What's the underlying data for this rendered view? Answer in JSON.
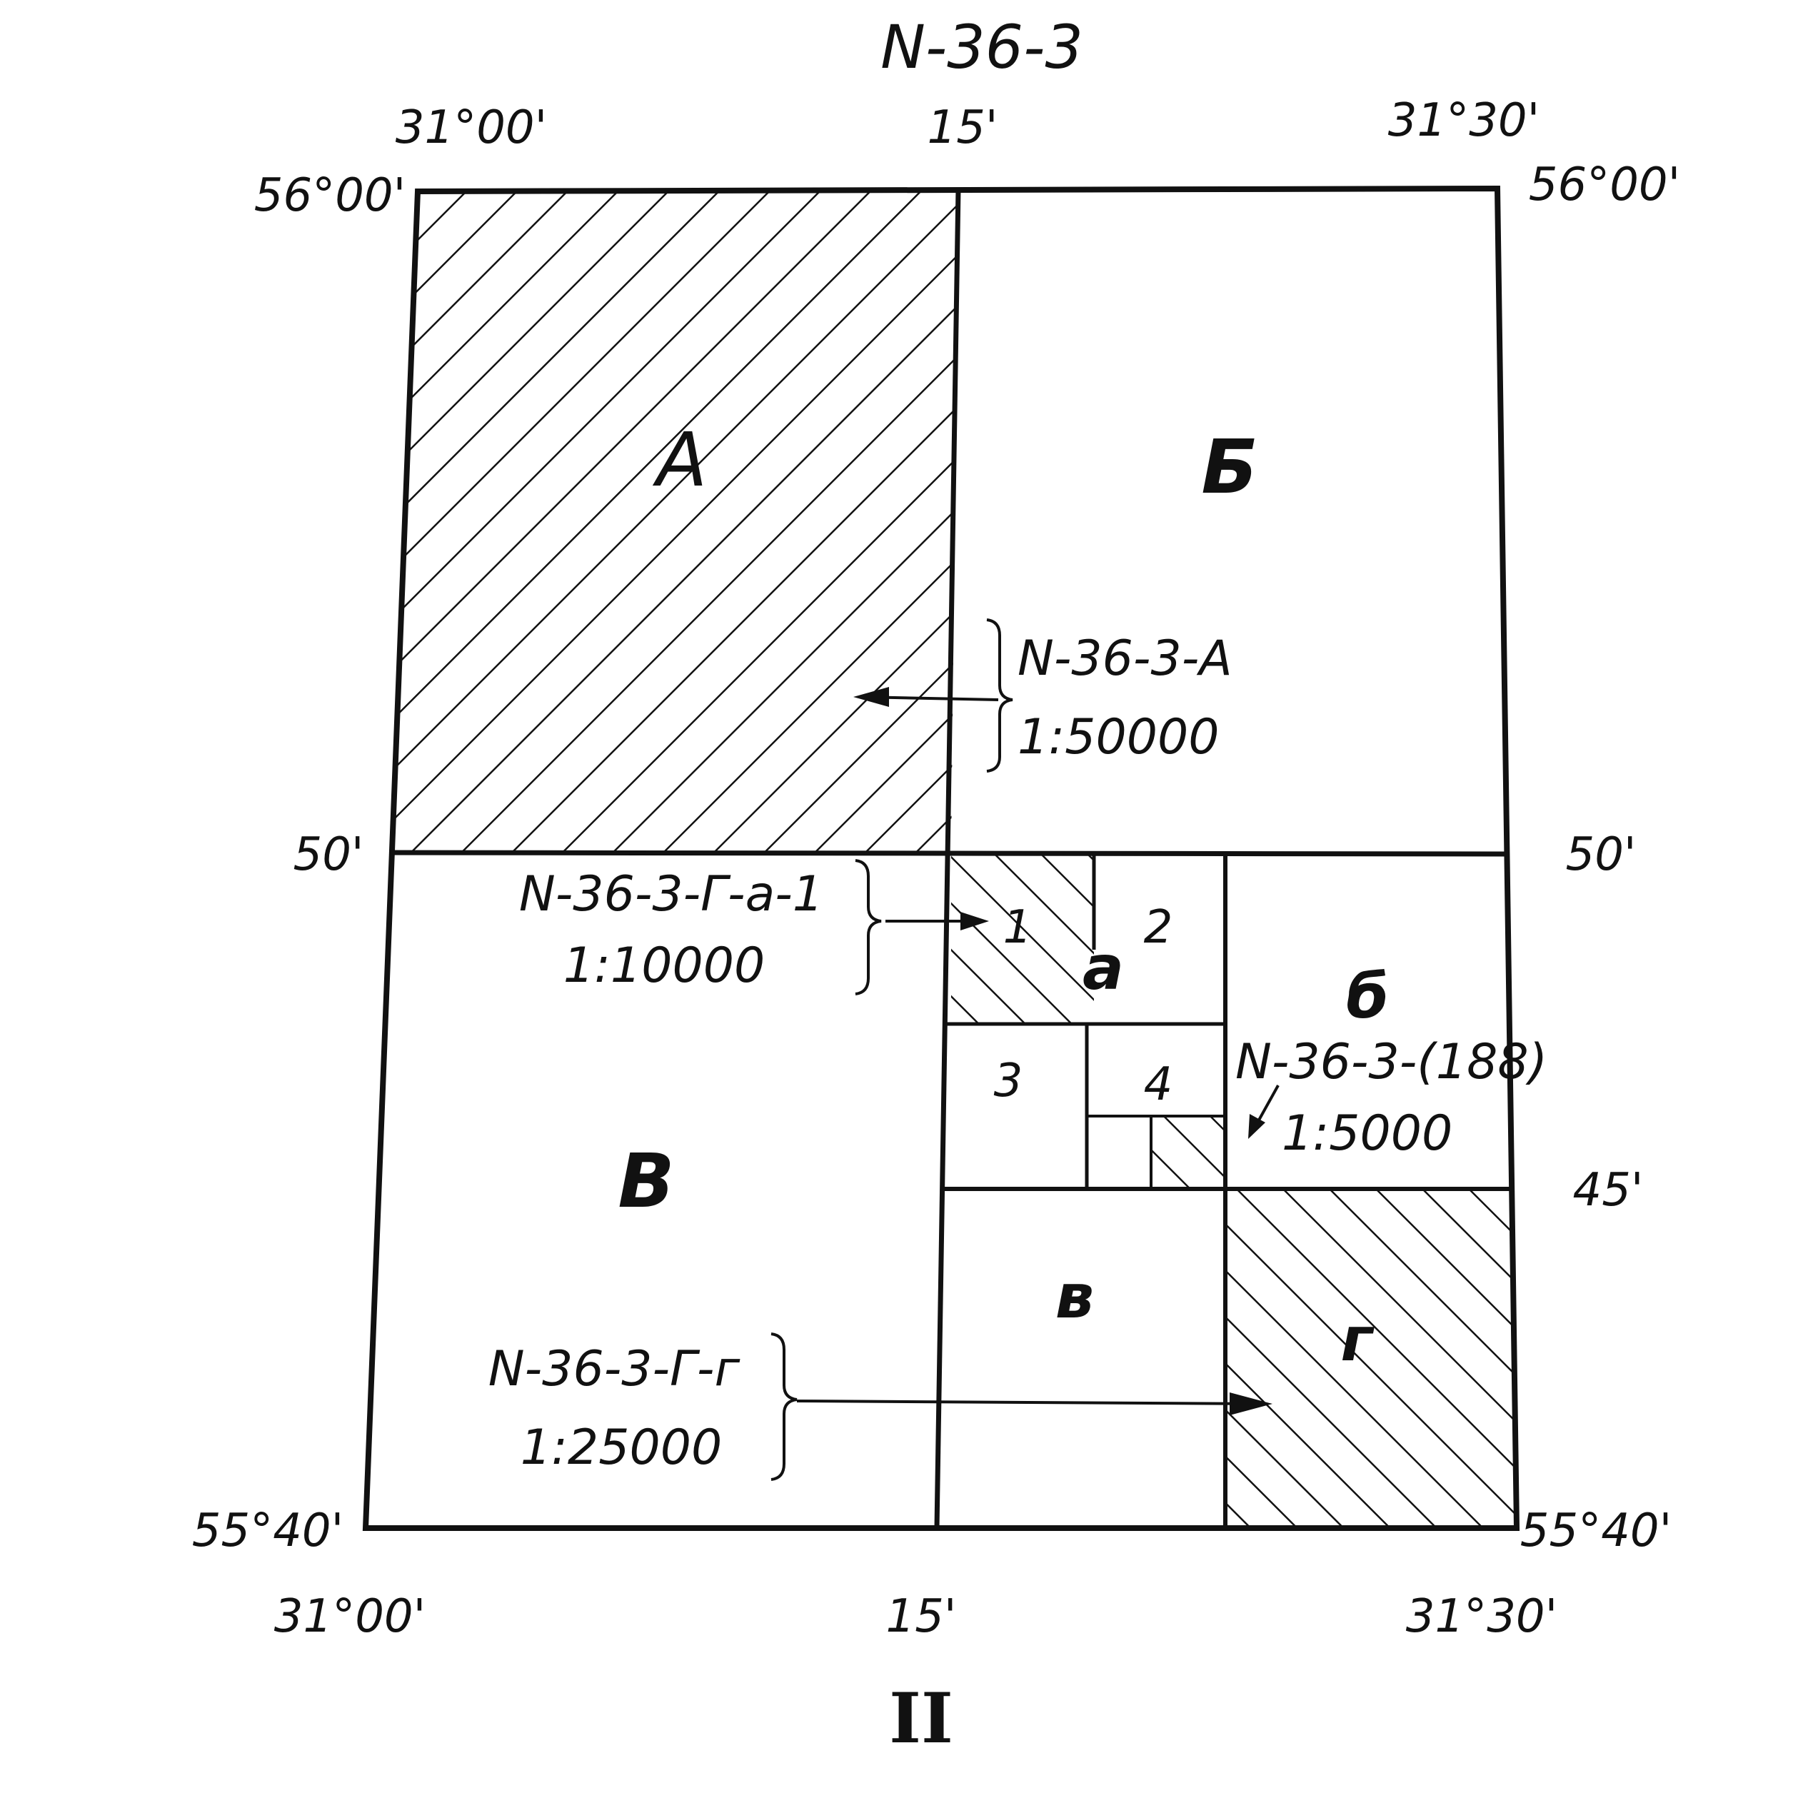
{
  "title": "N-36-3",
  "figure_number": "II",
  "colors": {
    "ink": "#111111",
    "paper": "#ffffff"
  },
  "coordinates": {
    "top_lon_left": "31°00'",
    "top_lon_mid": "15'",
    "top_lon_right": "31°30'",
    "bottom_lon_left": "31°00'",
    "bottom_lon_mid": "15'",
    "bottom_lon_right": "31°30'",
    "lat_top_left": "56°00'",
    "lat_top_right": "56°00'",
    "lat_mid_left": "50'",
    "lat_mid_right": "50'",
    "lat_45_right": "45'",
    "lat_bottom_left": "55°40'",
    "lat_bottom_right": "55°40'"
  },
  "sheets": {
    "A": "А",
    "B": "Б",
    "V": "В",
    "b_small": "б",
    "v_small": "в",
    "g_small": "г",
    "a_small": "а",
    "n1": "1",
    "n2": "2",
    "n3": "3",
    "n4": "4"
  },
  "annotations": {
    "a50k_code": "N-36-3-A",
    "a50k_scale": "1:50000",
    "a10k_code": "N-36-3-Г-а-1",
    "a10k_scale": "1:10000",
    "a5k_code": "N-36-3-(188)",
    "a5k_scale": "1:5000",
    "a25k_code": "N-36-3-Г-г",
    "a25k_scale": "1:25000"
  }
}
